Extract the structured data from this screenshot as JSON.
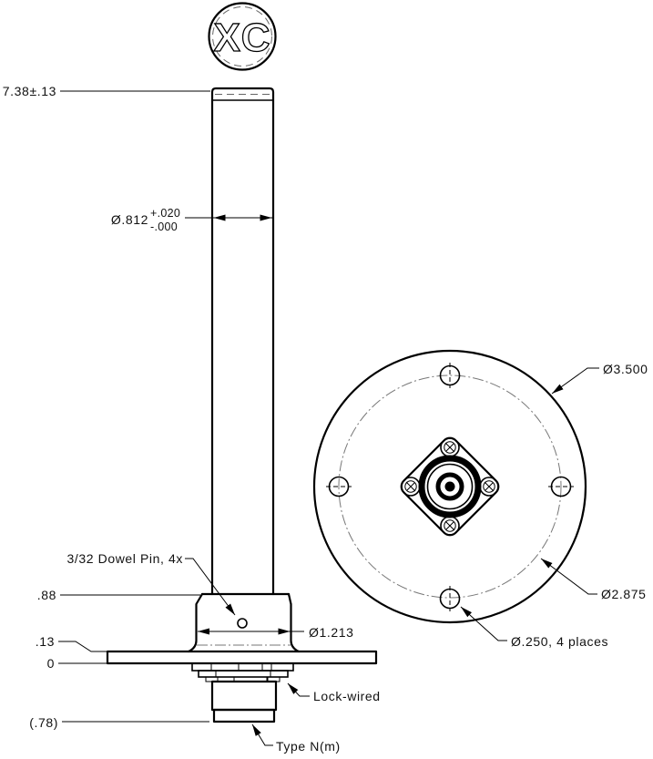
{
  "drawing": {
    "side_view": {
      "marking": "XC",
      "height_dim": "7.38±.13",
      "shaft_dia": "Ø.812",
      "shaft_tol_plus": "+.020",
      "shaft_tol_minus": "-.000",
      "dowel_note": "3/32 Dowel Pin, 4x",
      "base_height_dim": ".88",
      "plate_top_dim": ".13",
      "datum_dim": "0",
      "base_dia_dim": "Ø1.213",
      "lock_note": "Lock-wired",
      "connector_len_dim": "(.78)",
      "connector_note": "Type N(m)"
    },
    "face_view": {
      "outer_dia_dim": "Ø3.500",
      "bolt_circle_dim": "Ø2.875",
      "hole_dim": "Ø.250, 4 places"
    },
    "colors": {
      "line": "#000000",
      "background": "#ffffff"
    }
  }
}
